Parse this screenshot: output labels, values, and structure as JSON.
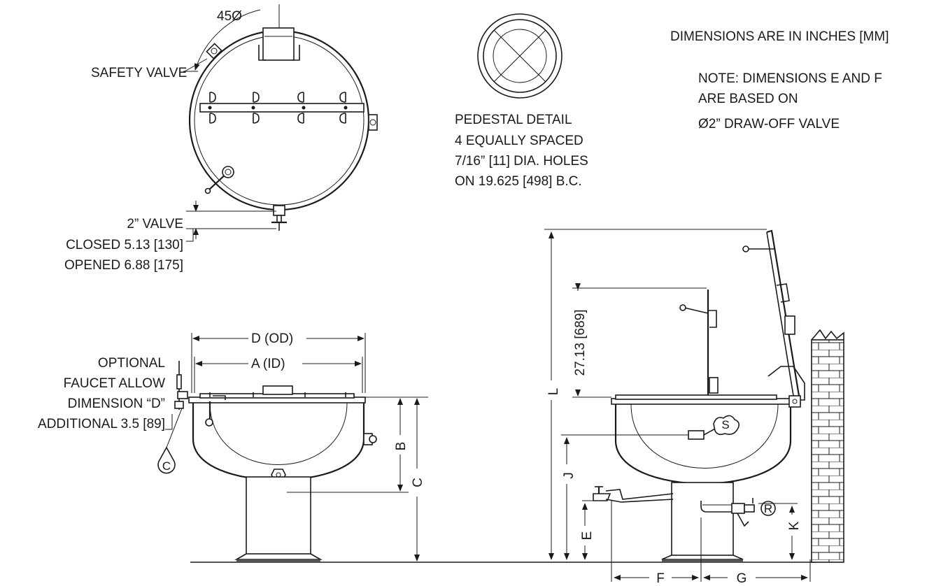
{
  "notes": {
    "units": "DIMENSIONS ARE IN INCHES [MM]",
    "note_line1": "NOTE: DIMENSIONS E AND F",
    "note_line2": "ARE BASED ON",
    "note_line3": "Ø2” DRAW-OFF VALVE"
  },
  "top_view": {
    "angle": "45Ø",
    "safety_valve": "SAFETY VALVE",
    "valve_line1": "2” VALVE",
    "valve_line2": "CLOSED 5.13 [130]",
    "valve_line3": "OPENED 6.88 [175]"
  },
  "pedestal": {
    "line1": "PEDESTAL DETAIL",
    "line2": "4 EQUALLY SPACED",
    "line3": "7/16” [11] DIA. HOLES",
    "line4": "ON 19.625 [498] B.C."
  },
  "front_view": {
    "dim_D": "D (OD)",
    "dim_A": "A (ID)",
    "dim_B": "B",
    "dim_C": "C",
    "faucet_line1": "OPTIONAL",
    "faucet_line2": "FAUCET ALLOW",
    "faucet_line3": "DIMENSION “D”",
    "faucet_line4": "ADDITIONAL 3.5 [89]",
    "callout_C": "C"
  },
  "side_view": {
    "dim_L": "L",
    "dim_lid": "27.13 [689]",
    "dim_J": "J",
    "dim_E": "E",
    "dim_K": "K",
    "dim_F": "F",
    "dim_G": "G",
    "callout_S": "S",
    "callout_R": "R"
  }
}
